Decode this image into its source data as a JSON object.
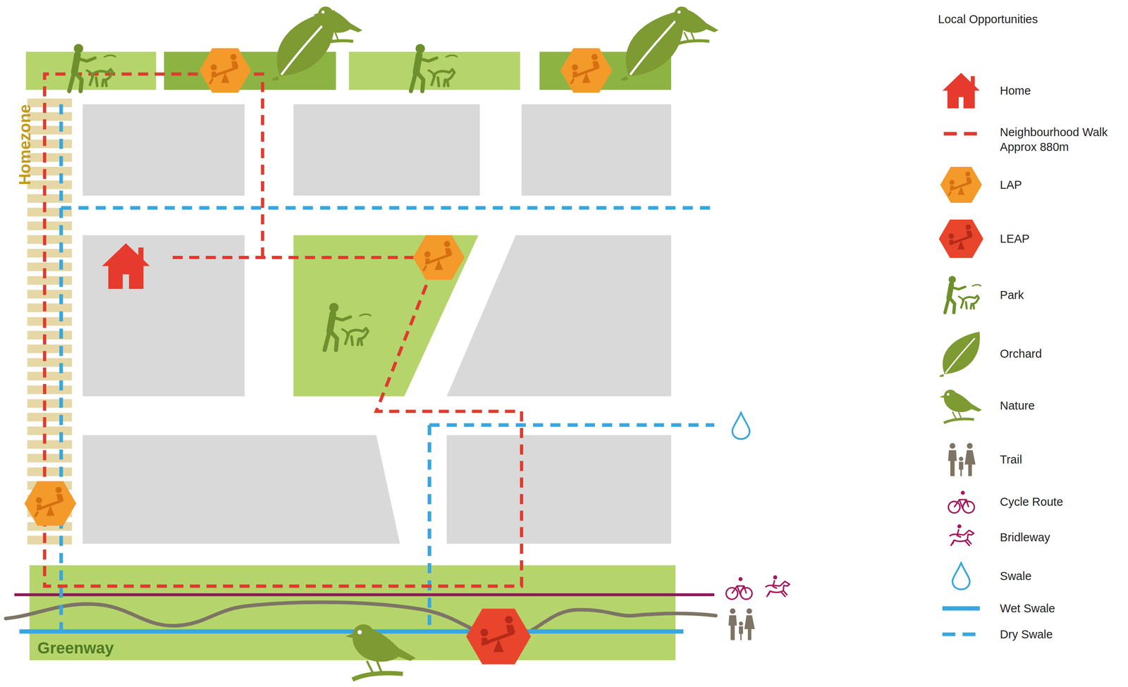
{
  "diagram": {
    "nodes": [
      {
        "text": [
          "Greenway"
        ]
      }
    ],
    "labels": [
      "Homezone",
      "Local Opportunities"
    ],
    "legend": [
      {
        "text": "Home"
      },
      {
        "text": "Neighbourhood Walk Approx 880m"
      },
      {
        "text": "LAP"
      },
      {
        "text": "LEAP"
      },
      {
        "text": "Park"
      },
      {
        "text": "Orchard"
      },
      {
        "text": "Nature"
      },
      {
        "text": "Trail"
      },
      {
        "text": "Cycle Route"
      },
      {
        "text": "Bridleway"
      },
      {
        "text": "Swale"
      },
      {
        "text": "Wet Swale"
      },
      {
        "text": "Dry Swale"
      }
    ]
  }
}
